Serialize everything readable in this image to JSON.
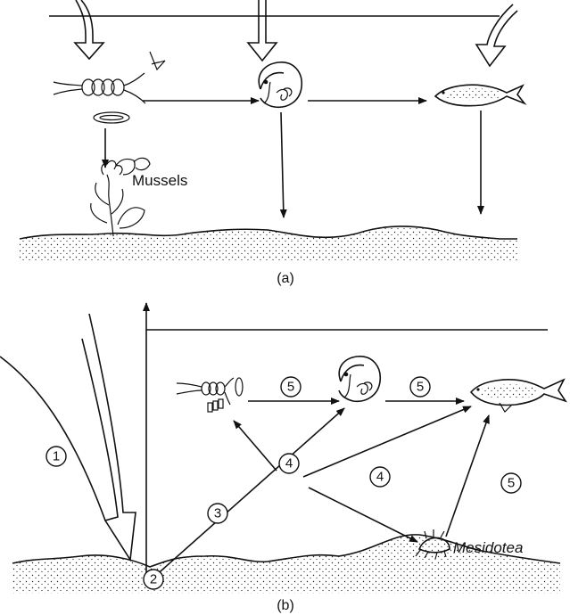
{
  "panel_a": {
    "label_mussels": "Mussels",
    "caption": "(a)"
  },
  "panel_b": {
    "caption": "(b)",
    "label_mesidotea": "Mesidotea",
    "markers": [
      "1",
      "2",
      "3",
      "4",
      "4",
      "5",
      "5",
      "5"
    ]
  }
}
